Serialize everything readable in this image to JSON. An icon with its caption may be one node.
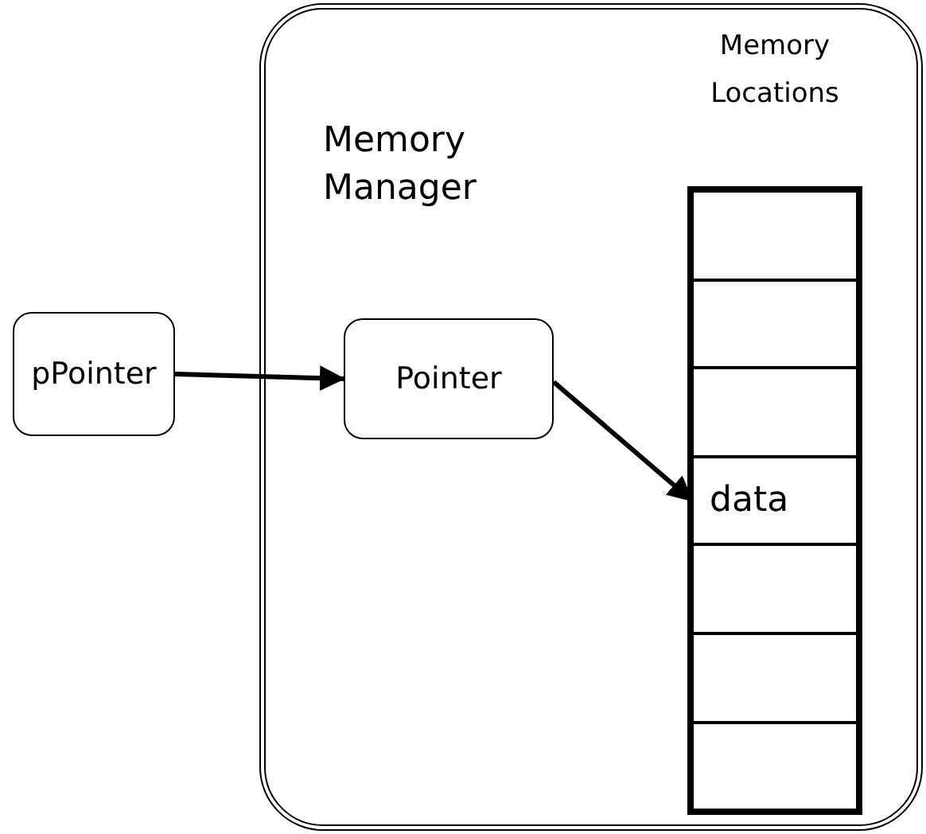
{
  "diagram": {
    "nodes": [
      {
        "text": [
          "Memory Manager"
        ]
      },
      {
        "text": [
          "pPointer"
        ]
      },
      {
        "text": [
          "Pointer"
        ],
        "in": 0
      },
      {
        "text": [
          "Memory Locations"
        ],
        "in": 0
      },
      {
        "text": [],
        "shape": "box",
        "in": 3
      },
      {
        "text": [],
        "shape": "box",
        "in": 3
      },
      {
        "text": [],
        "shape": "box",
        "in": 3
      },
      {
        "text": [
          "data"
        ],
        "in": 3
      },
      {
        "text": [],
        "shape": "box",
        "in": 3
      },
      {
        "text": [],
        "shape": "box",
        "in": 3
      },
      {
        "text": [],
        "shape": "box",
        "in": 3
      }
    ],
    "edges": [
      {
        "from": 1,
        "to": 2,
        "arrow": "to"
      },
      {
        "from": 2,
        "to": 7,
        "arrow": "to"
      }
    ]
  }
}
